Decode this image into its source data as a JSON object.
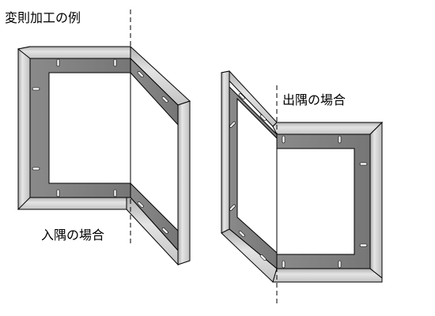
{
  "title": "変則加工の例",
  "inner_corner_label": "入隅の場合",
  "outer_corner_label": "出隅の場合",
  "colors": {
    "frame_face_light": "#d2d2d2",
    "frame_face_dark": "#8c8c8c",
    "frame_inner_panel": "#7a7a7a",
    "edge": "#000000",
    "slot": "#ffffff",
    "guide_line": "#000000"
  }
}
